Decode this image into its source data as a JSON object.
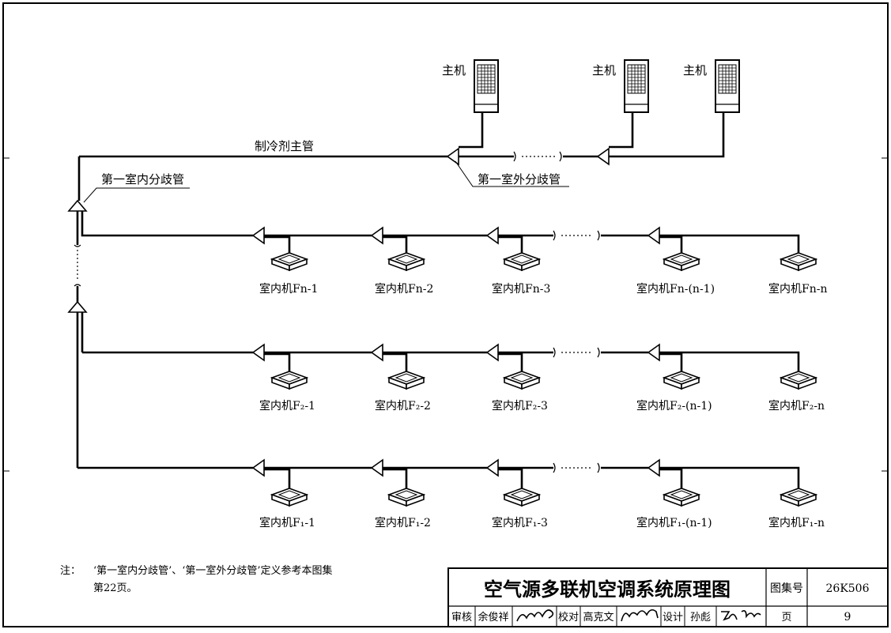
{
  "diagram": {
    "labels": {
      "host": "主机",
      "main_pipe": "制冷剂主管",
      "first_indoor_branch": "第一室内分歧管",
      "first_outdoor_branch": "第一室外分歧管"
    },
    "rows": [
      {
        "id": "Fn",
        "units": [
          "室内机Fn-1",
          "室内机Fn-2",
          "室内机Fn-3",
          "室内机Fn-(n-1)",
          "室内机Fn-n"
        ]
      },
      {
        "id": "F2",
        "units": [
          "室内机F₂-1",
          "室内机F₂-2",
          "室内机F₂-3",
          "室内机F₂-(n-1)",
          "室内机F₂-n"
        ]
      },
      {
        "id": "F1",
        "units": [
          "室内机F₁-1",
          "室内机F₁-2",
          "室内机F₁-3",
          "室内机F₁-(n-1)",
          "室内机F₁-n"
        ]
      }
    ],
    "note": {
      "prefix": "注：",
      "line1": "‘第一室内分歧管’、‘第一室外分歧管’定义参考本图集",
      "line2": "第22页。"
    }
  },
  "title_block": {
    "title": "空气源多联机空调系统原理图",
    "atlas_label": "图集号",
    "atlas_no": "26K506",
    "review_label": "审核",
    "reviewer": "余俊祥",
    "check_label": "校对",
    "checker": "高克文",
    "design_label": "设计",
    "designer": "孙彪",
    "page_label": "页",
    "page_no": "9"
  }
}
